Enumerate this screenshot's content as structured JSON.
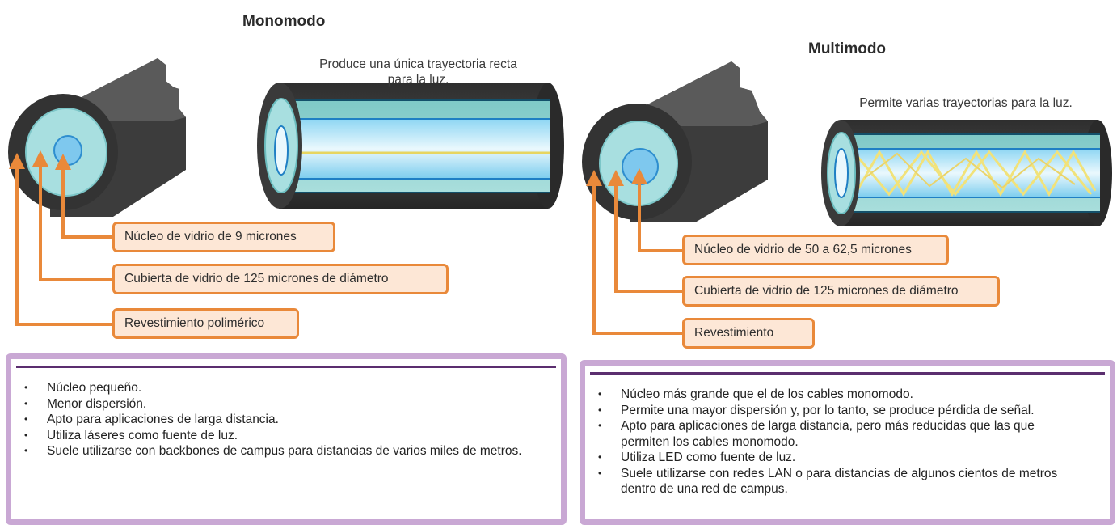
{
  "singlemode": {
    "title": "Monomodo",
    "caption_line1": "Produce una única trayectoria recta",
    "caption_line2": "para la luz.",
    "callouts": {
      "core": "Núcleo de vidrio de 9 micrones",
      "cladding": "Cubierta de vidrio de 125 micrones de diámetro",
      "coating": "Revestimiento polimérico"
    },
    "bullets": [
      "Núcleo pequeño.",
      "Menor dispersión.",
      "Apto para aplicaciones de larga distancia.",
      "Utiliza láseres como fuente de luz.",
      "Suele utilizarse con backbones de campus para distancias de varios miles de metros."
    ]
  },
  "multimode": {
    "title": "Multimodo",
    "caption": "Permite varias trayectorias para la luz.",
    "callouts": {
      "core": "Núcleo de vidrio de 50 a 62,5 micrones",
      "cladding": "Cubierta de vidrio de 125 micrones de diámetro",
      "coating": "Revestimiento"
    },
    "bullets": [
      "Núcleo más grande que el de los cables monomodo.",
      "Permite una mayor dispersión y, por lo tanto, se produce pérdida de señal.",
      "Apto para aplicaciones de larga distancia, pero más reducidas que las que permiten los cables monomodo.",
      "Utiliza LED como fuente de luz.",
      "Suele utilizarse con redes LAN o para distancias de algunos cientos de metros dentro de una red de campus."
    ]
  },
  "colors": {
    "callout_border": "#e9893a",
    "callout_fill": "#fde7d6",
    "panel_border": "#c9a8d4",
    "panel_rule": "#5b2e6f",
    "cladding": "#9fd9d9",
    "core": "#7ec8ee",
    "jacket": "#3b3b3b",
    "light_ray": "#f1e27a"
  }
}
